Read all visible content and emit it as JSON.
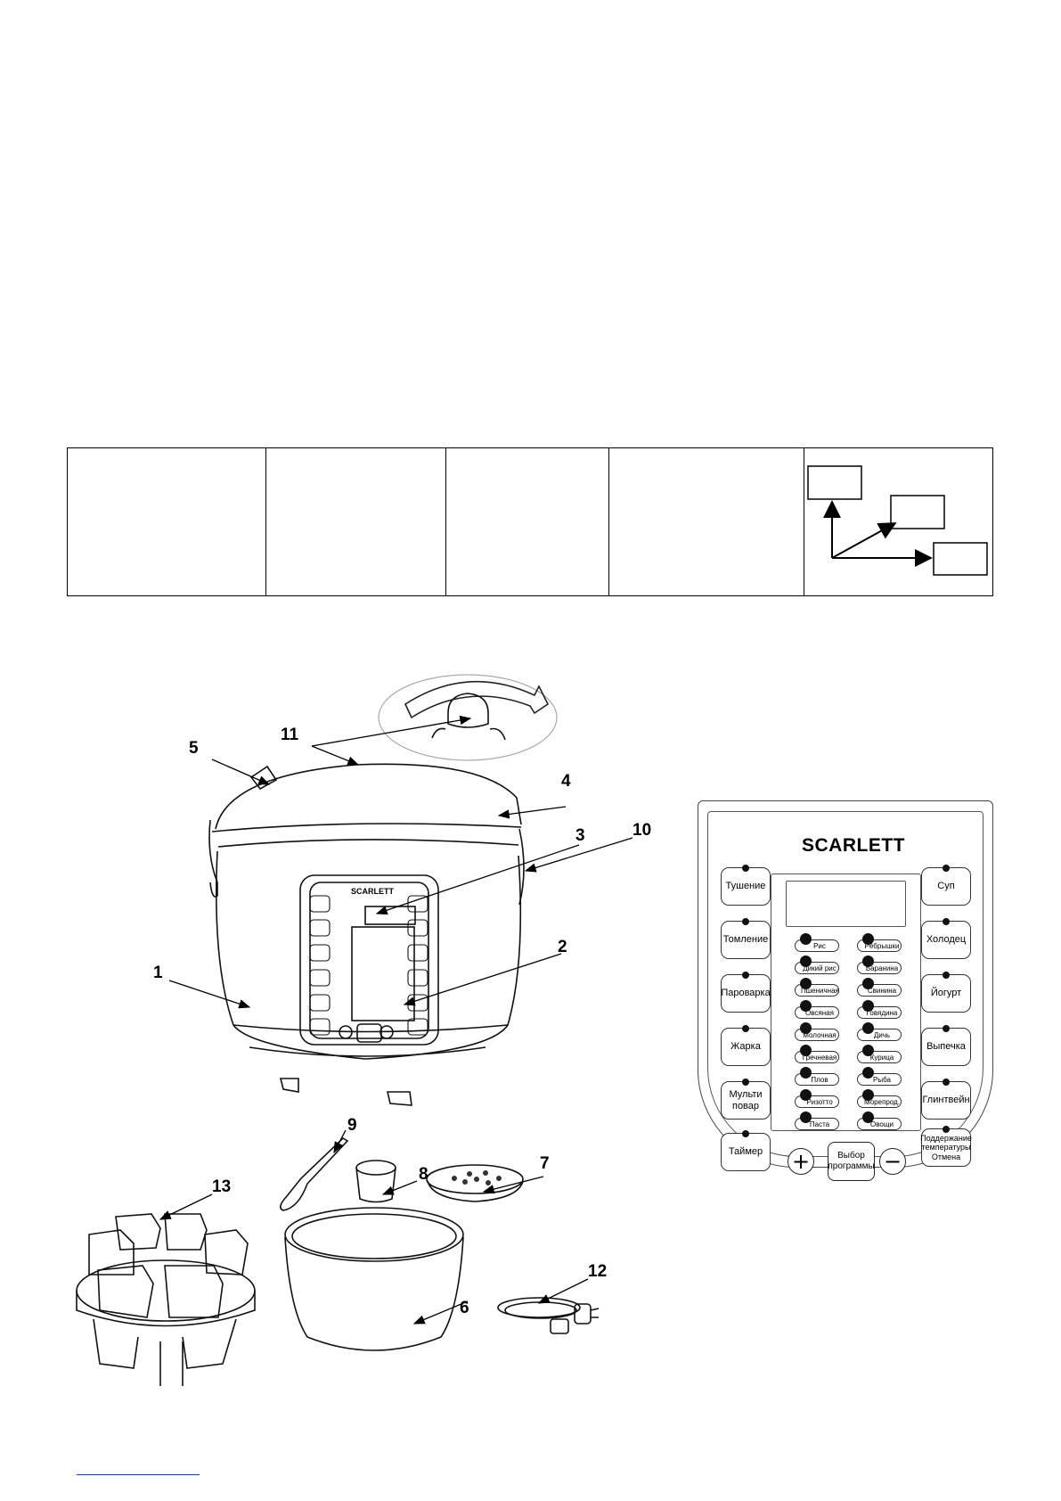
{
  "callouts": {
    "c1": "1",
    "c2": "2",
    "c3": "3",
    "c4": "4",
    "c5": "5",
    "c6": "6",
    "c7": "7",
    "c8": "8",
    "c9": "9",
    "c10": "10",
    "c11": "11",
    "c12": "12",
    "c13": "13"
  },
  "panel": {
    "brand": "SCARLETT",
    "left_buttons": [
      "Тушение",
      "Томление",
      "Пароварка",
      "Жарка",
      "Мульти повар",
      "Таймер"
    ],
    "right_buttons": [
      "Суп",
      "Холодец",
      "Йогурт",
      "Выпечка",
      "Глинтвейн",
      "Поддержание температуры Отмена"
    ],
    "programs_left": [
      "Рис",
      "Дикий рис",
      "Пшеничная",
      "Овсяная",
      "Молочная",
      "Гречневая",
      "Плов",
      "Ризотто",
      "Паста"
    ],
    "programs_right": [
      "Рёбрышки",
      "Баранина",
      "Свинина",
      "Говядина",
      "Дичь",
      "Курица",
      "Рыба",
      "Морепрод.",
      "Овощи"
    ],
    "plus_symbol": "+",
    "minus_symbol": "−",
    "select_label": "Выбор программы"
  },
  "icons": {
    "cooker": "multicooker-illustration",
    "lid": "steam-valve-illustration",
    "bowl": "inner-bowl-illustration",
    "cup": "measuring-cup-illustration",
    "spoon": "spoon-illustration",
    "tray": "steamer-tray-illustration",
    "cord": "power-cord-illustration",
    "yogurt": "yogurt-jars-illustration"
  }
}
